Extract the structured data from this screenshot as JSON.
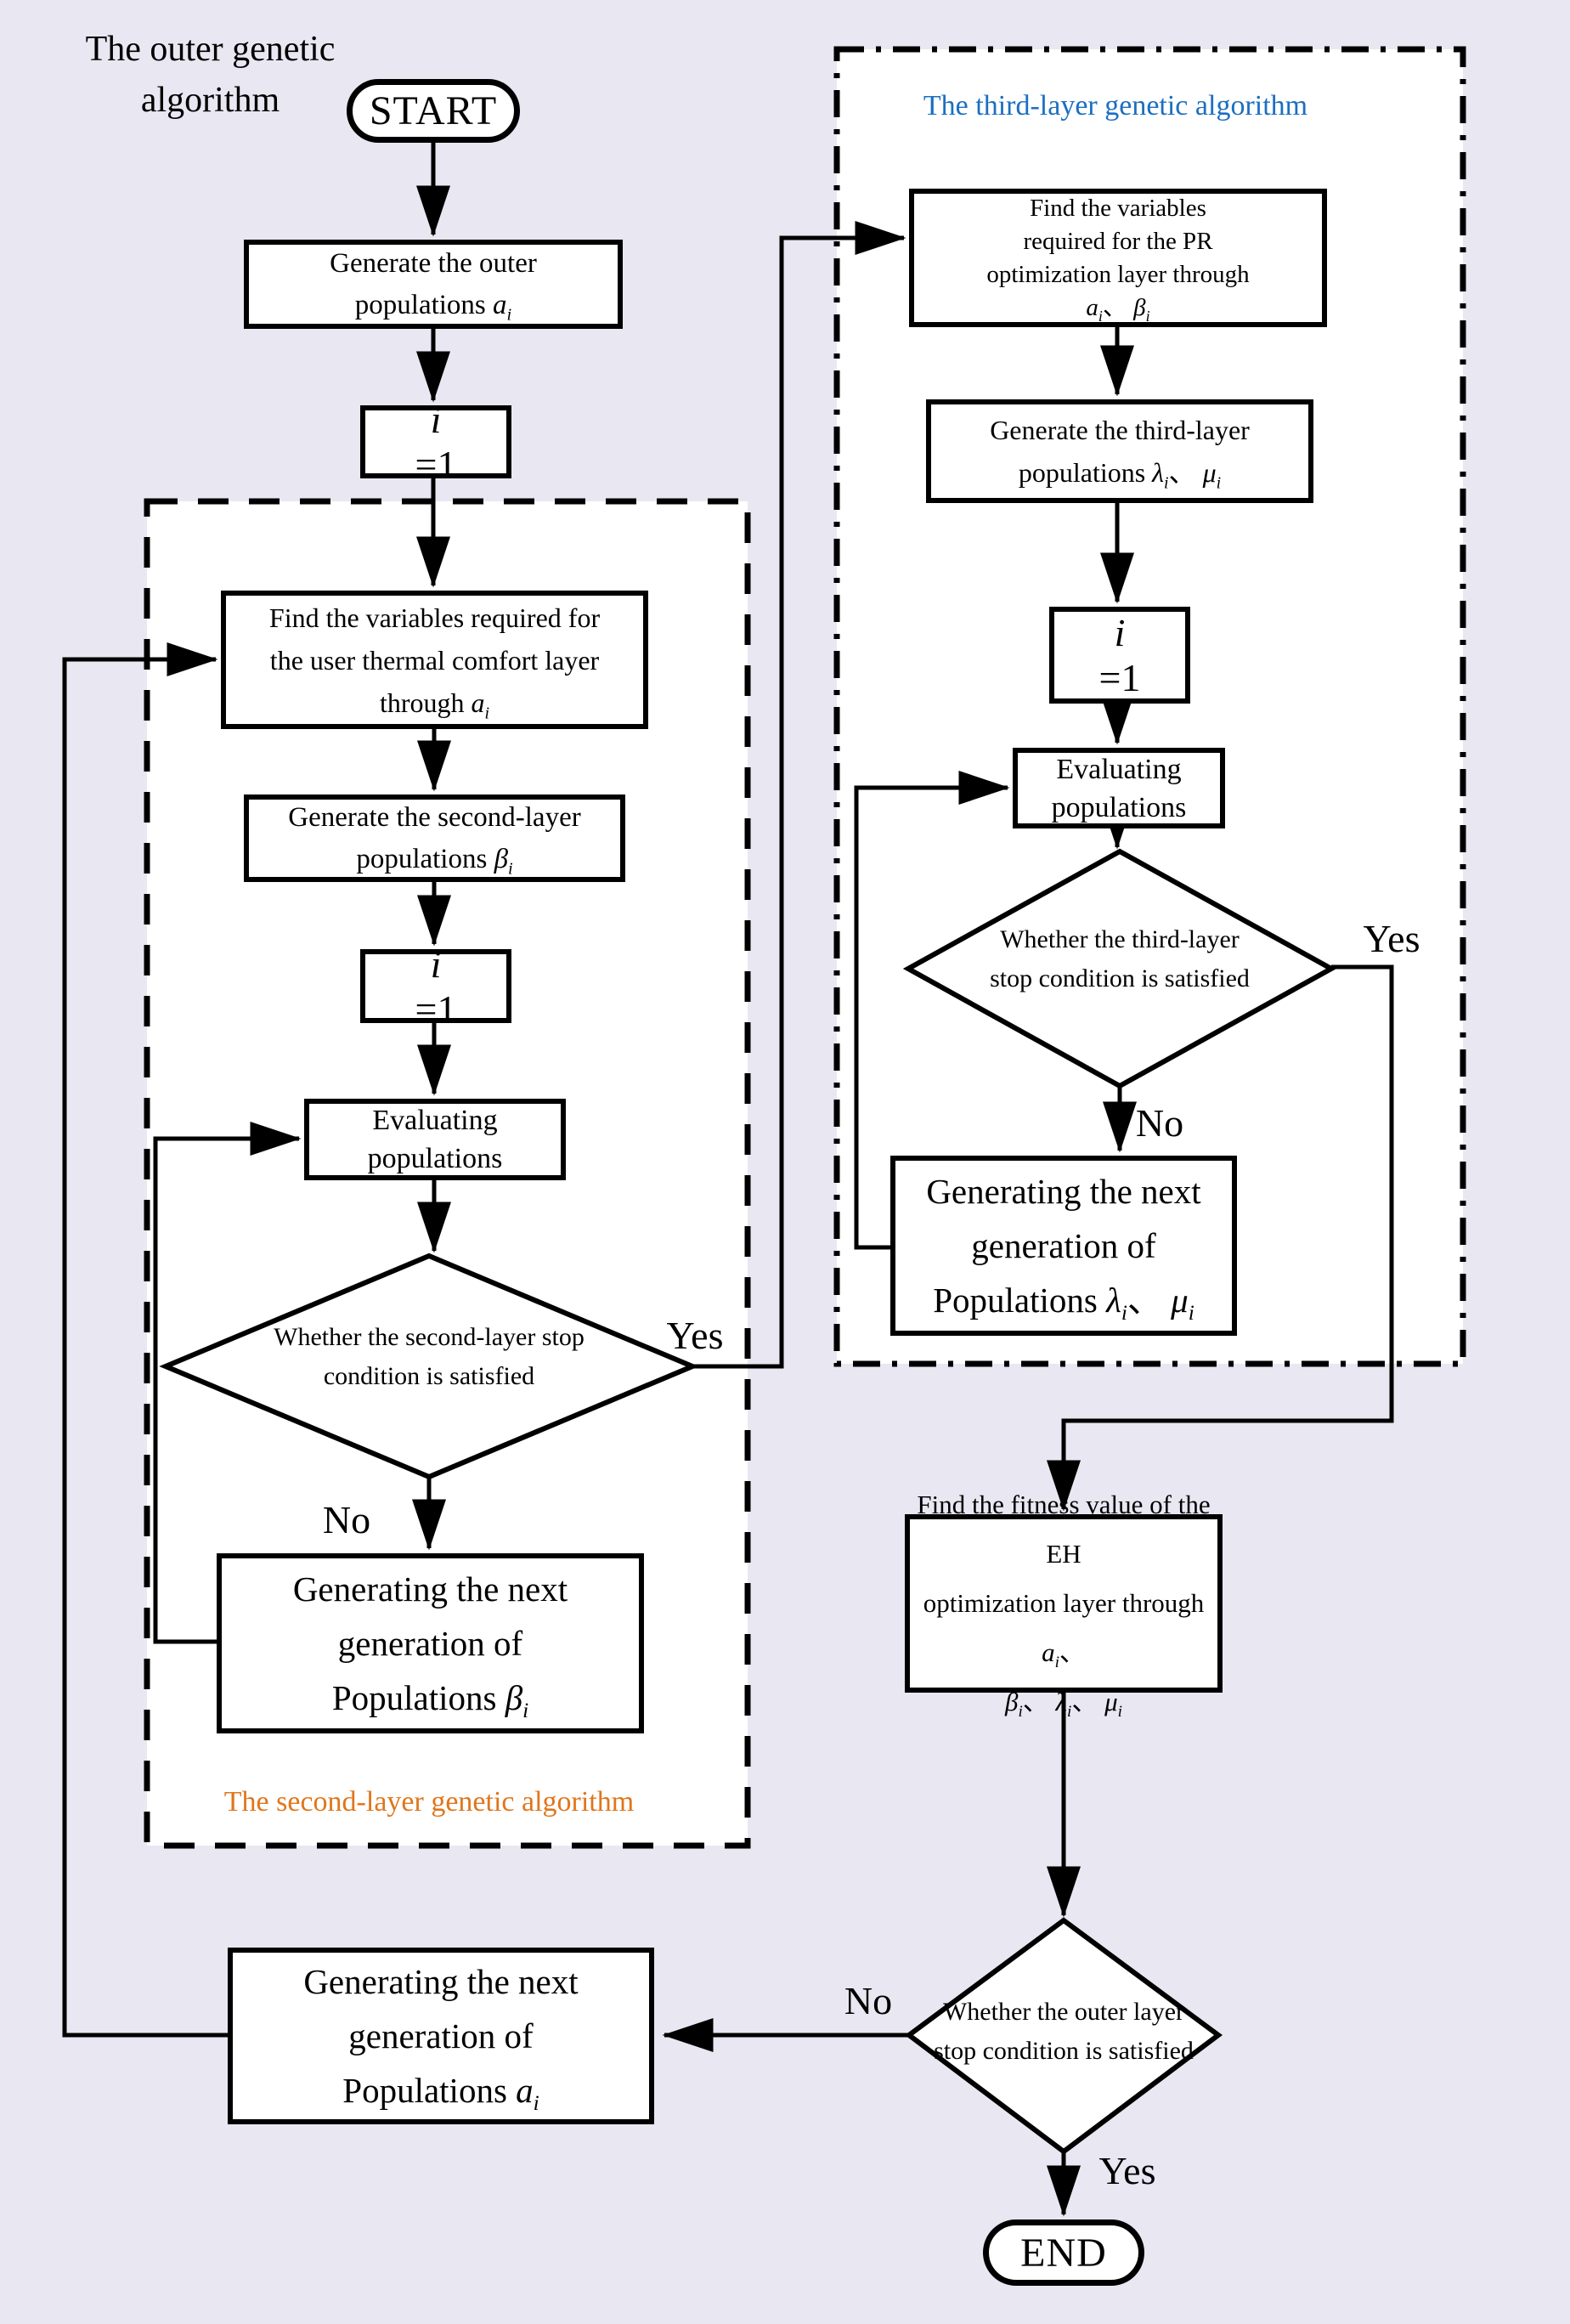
{
  "colors": {
    "background": "#e9e7f1",
    "node_fill": "#ffffff",
    "stroke": "#000000",
    "second_layer_label": "#e0761c",
    "third_layer_label": "#1b6fc1"
  },
  "labels": {
    "yes": "Yes",
    "no": "No"
  },
  "outer": {
    "title": {
      "line1": "The outer genetic",
      "line2": "algorithm"
    },
    "start": "START",
    "end": "END",
    "counter": "i=1",
    "gen_pop": {
      "line1": "Generate the outer",
      "line2": "populations a_i"
    },
    "fitness": {
      "line1": "Find the fitness value of the EH",
      "line2": "optimization layer through a_i、",
      "line3": "β_i、 λ_i、 μ_i"
    },
    "decision": {
      "line1": "Whether the outer layer",
      "line2": "stop condition is satisfied"
    },
    "gen_next": {
      "line1": "Generating the next",
      "line2": "generation of",
      "line3": "Populations a_i"
    }
  },
  "second_layer": {
    "label": "The second-layer genetic algorithm",
    "counter": "i=1",
    "find_vars": {
      "line1": "Find the variables required for",
      "line2": "the  user thermal comfort layer",
      "line3": "through a_i"
    },
    "gen_pop": {
      "line1": "Generate the second-layer",
      "line2": "populations β_i"
    },
    "evaluating": {
      "line1": "Evaluating",
      "line2": "populations"
    },
    "decision": {
      "line1": "Whether the second-layer stop",
      "line2": "condition is satisfied"
    },
    "gen_next": {
      "line1": "Generating the next",
      "line2": "generation of",
      "line3": "Populations β_i"
    }
  },
  "third_layer": {
    "label": "The third-layer genetic algorithm",
    "counter": "i=1",
    "find_vars": {
      "line1": "Find the variables",
      "line2": "required for the  PR",
      "line3": "optimization layer through",
      "line4": "a_i、 β_i"
    },
    "gen_pop": {
      "line1": "Generate the third-layer",
      "line2": "populations λ_i、 μ_i"
    },
    "evaluating": {
      "line1": "Evaluating",
      "line2": "populations"
    },
    "decision": {
      "line1": "Whether the third-layer",
      "line2": "stop condition is satisfied"
    },
    "gen_next": {
      "line1": "Generating the next",
      "line2": "generation of",
      "line3": "Populations λ_i、 μ_i"
    }
  }
}
